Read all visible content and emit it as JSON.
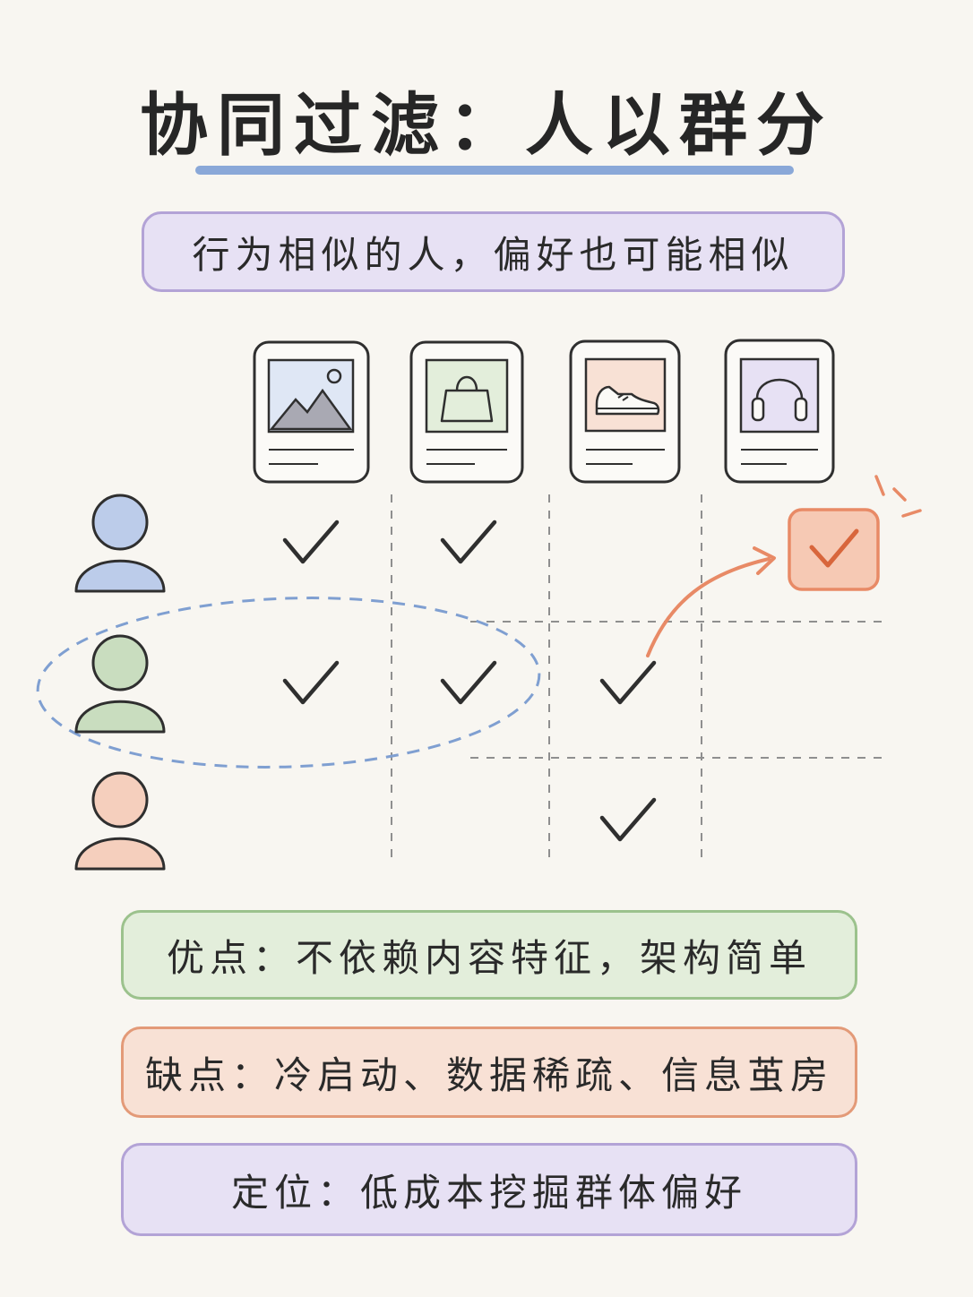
{
  "title": "协同过滤：人以群分",
  "subtitle": "行为相似的人，偏好也可能相似",
  "items": [
    {
      "name": "image",
      "icon": "landscape-image-icon",
      "color": "#dfe7f5"
    },
    {
      "name": "bag",
      "icon": "shopping-bag-icon",
      "color": "#e3eedb"
    },
    {
      "name": "shoe",
      "icon": "sneaker-icon",
      "color": "#f8e1d5"
    },
    {
      "name": "headphones",
      "icon": "headphones-icon",
      "color": "#e7e1f4"
    }
  ],
  "users": [
    {
      "name": "user-a",
      "color": "#bcccea",
      "interactions": [
        true,
        true,
        false,
        false
      ]
    },
    {
      "name": "user-b",
      "color": "#c9ddbf",
      "interactions": [
        true,
        true,
        true,
        false
      ]
    },
    {
      "name": "user-c",
      "color": "#f5cfbd",
      "interactions": [
        false,
        false,
        true,
        false
      ]
    }
  ],
  "recommendation": {
    "from_user": "user-b",
    "to_user": "user-a",
    "item": "headphones",
    "color": "#e88a66"
  },
  "notes": {
    "pros": "优点：不依赖内容特征，架构简单",
    "cons": "缺点：冷启动、数据稀疏、信息茧房",
    "position": "定位：低成本挖掘群体偏好"
  },
  "colors": {
    "accent": "#8aa8d8",
    "green": "#9cc28d",
    "orange": "#e88a66",
    "purple": "#b3a3d6"
  }
}
